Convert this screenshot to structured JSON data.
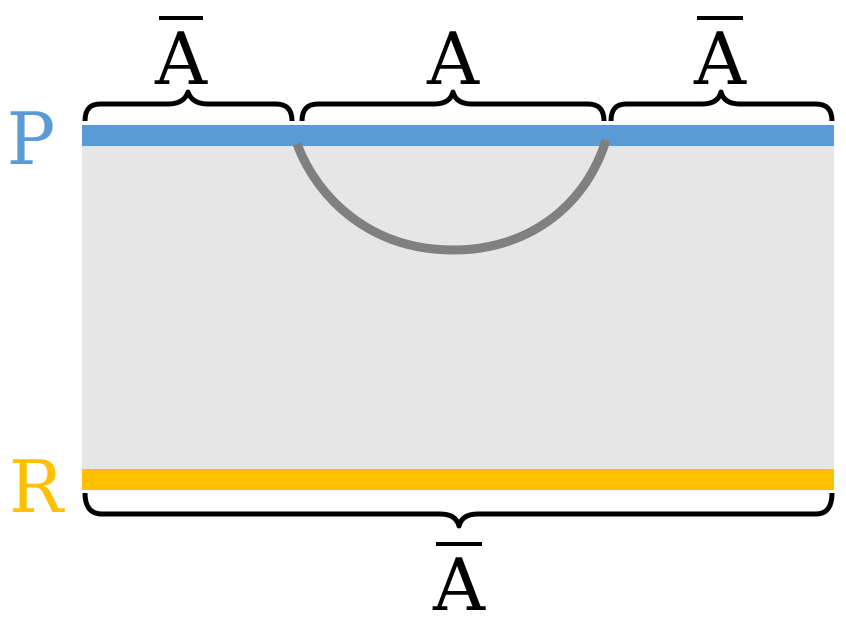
{
  "labels": {
    "top_left": "A",
    "top_middle": "A",
    "top_right": "A",
    "bottom": "A",
    "top_left_overbar": true,
    "top_middle_overbar": false,
    "top_right_overbar": true,
    "bottom_overbar": true,
    "boundary_top": "P",
    "boundary_bottom": "R"
  },
  "colors": {
    "boundary_top": "#5b9bd5",
    "boundary_bottom": "#ffc000",
    "bulk": "#e6e6e6",
    "arc": "#808080",
    "ink": "#000000"
  }
}
